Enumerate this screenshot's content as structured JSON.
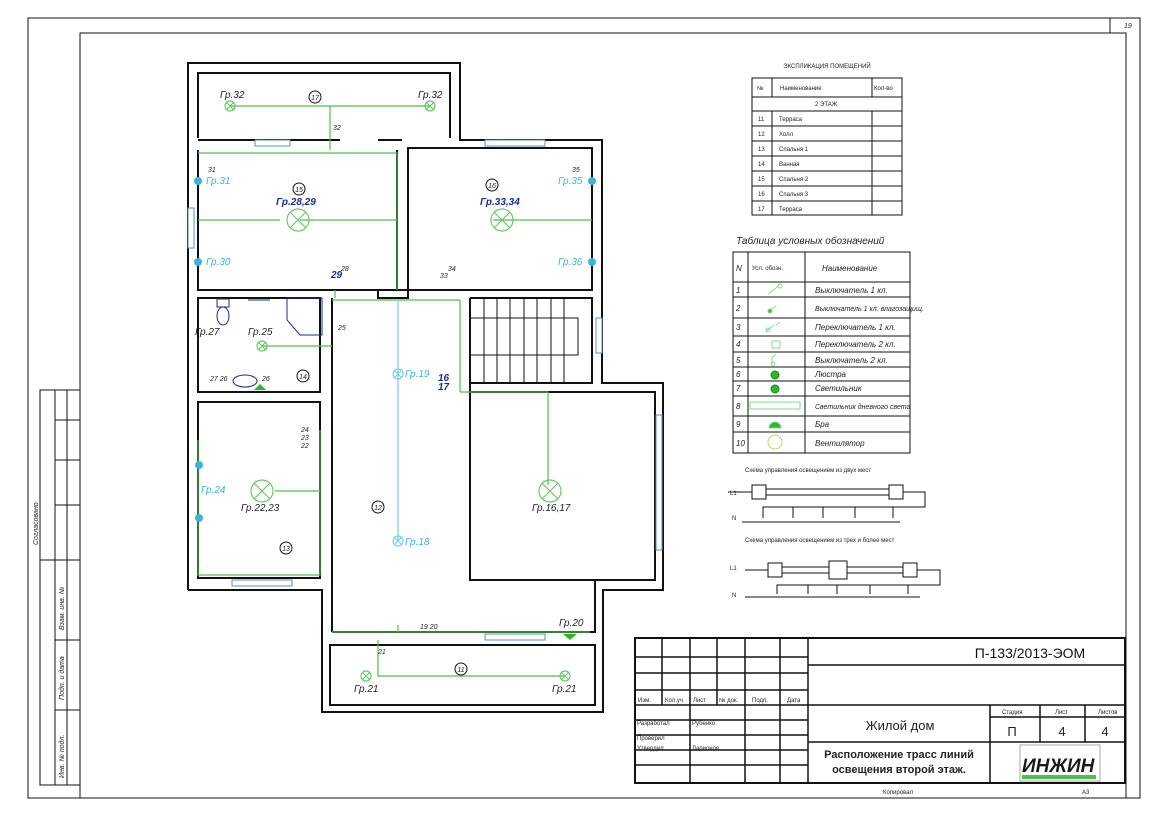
{
  "sheet_number": "19",
  "left_stamps": {
    "agreed": "Согласовано",
    "replaced_inv": "Взам. инв. №",
    "sign_date": "Подп. и дата",
    "inv_orig": "Инв. № подл."
  },
  "plan": {
    "rooms": [
      "11",
      "12",
      "13",
      "14",
      "15",
      "16",
      "17"
    ],
    "groups": {
      "g32a": "Гр.32",
      "g32b": "Гр.32",
      "g31": "Гр.31",
      "g30": "Гр.30",
      "g28_29": "Гр.28,29",
      "g33_34": "Гр.33,34",
      "g35": "Гр.35",
      "g36": "Гр.36",
      "g27": "Гр.27",
      "g25": "Гр.25",
      "g19": "Гр.19",
      "g18": "Гр.18",
      "g24": "Гр.24",
      "g22_23": "Гр.22,23",
      "g16_17": "Гр.16,17",
      "g20": "Гр.20",
      "g21a": "Гр.21",
      "g21b": "Гр.21"
    },
    "switch_labels": {
      "s32": "32",
      "s25": "25",
      "s28": "28",
      "s29": "29",
      "s31": "31",
      "s33": "33",
      "s34": "34",
      "s35": "35",
      "s16": "16",
      "s17": "17",
      "s24": "24",
      "s23": "23",
      "s22": "22",
      "s19_20": "19  20",
      "s21": "21",
      "s27_26": "27 26",
      "s26": "26"
    }
  },
  "explication": {
    "title": "ЭКСПЛИКАЦИЯ ПОМЕЩЕНИЙ",
    "headers": [
      "№",
      "Наименование",
      "Кол-во"
    ],
    "floor": "2 ЭТАЖ",
    "rows": [
      {
        "n": "11",
        "name": "Терраса"
      },
      {
        "n": "12",
        "name": "Холл"
      },
      {
        "n": "13",
        "name": "Спальня 1"
      },
      {
        "n": "14",
        "name": "Ванная"
      },
      {
        "n": "15",
        "name": "Спальня 2"
      },
      {
        "n": "16",
        "name": "Спальня 3"
      },
      {
        "n": "17",
        "name": "Терраса"
      }
    ]
  },
  "legend": {
    "title": "Таблица условных обозначений",
    "headers": [
      "N",
      "Усл. обозн.",
      "Наименование"
    ],
    "rows": [
      {
        "n": "1",
        "name": "Выключатель 1 кл."
      },
      {
        "n": "2",
        "name": "Выключатель 1 кл. влагозащищ."
      },
      {
        "n": "3",
        "name": "Переключатель 1 кл."
      },
      {
        "n": "4",
        "name": "Переключатель 2 кл."
      },
      {
        "n": "5",
        "name": "Выключатель 2 кл."
      },
      {
        "n": "6",
        "name": "Люстра"
      },
      {
        "n": "7",
        "name": "Светильник"
      },
      {
        "n": "8",
        "name": "Светильник дневного света"
      },
      {
        "n": "9",
        "name": "Бра"
      },
      {
        "n": "10",
        "name": "Вентилятор"
      }
    ]
  },
  "schemes": {
    "two_places": "Схема управления освещением из двух мест",
    "three_places": "Схема управления освещением из трех и более мест",
    "l1": "L1",
    "n": "N"
  },
  "title_block": {
    "code": "П-133/2013-ЭОМ",
    "col_headers": [
      "Изм.",
      "Кол.уч",
      "Лист",
      "№ док.",
      "Подп.",
      "Дата"
    ],
    "roles": [
      {
        "role": "Разработал",
        "name": "Рубенко"
      },
      {
        "role": "Проверил",
        "name": ""
      },
      {
        "role": "Утвердил",
        "name": "Ларионов"
      }
    ],
    "object": "Жилой дом",
    "stage_headers": [
      "Стадия",
      "Лист",
      "Листов"
    ],
    "stage": "П",
    "sheet": "4",
    "sheets": "4",
    "drawing_title_1": "Расположение трасс линий",
    "drawing_title_2": "освещения второй этаж.",
    "logo": "ИНЖИН",
    "copied": "Копировал",
    "format": "А3"
  },
  "colors": {
    "wire": "#4cc24c",
    "lamp_cyan": "#3cb4d8",
    "group_label": "#1a2a9a"
  }
}
